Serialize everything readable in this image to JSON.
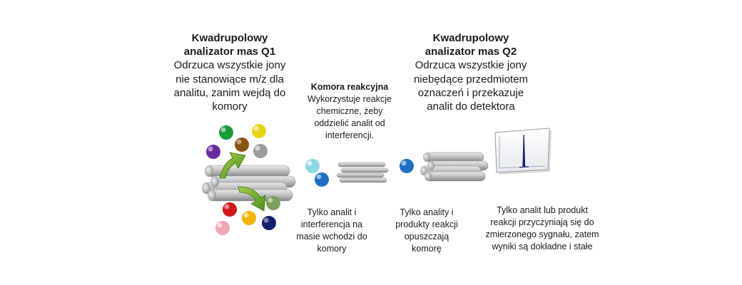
{
  "q1": {
    "title_line1": "Kwadrupolowy",
    "title_line2": "analizator mas Q1",
    "desc": [
      "Odrzuca wszystkie jony",
      "nie stanowiące m/z dla",
      "analitu, zanim wejdą do",
      "komory"
    ]
  },
  "cell": {
    "title": "Komora reakcyjna",
    "desc": [
      "Wykorzystuje reakcje",
      "chemiczne, żeby",
      "oddzielić analit od",
      "interferencji."
    ]
  },
  "q2": {
    "title_line1": "Kwadrupolowy",
    "title_line2": "analizator mas Q2",
    "desc": [
      "Odrzuca wszystkie jony",
      "niebędące przedmiotem",
      "oznaczeń i przekazuje",
      "analit do detektora"
    ]
  },
  "captions": {
    "c1": [
      "Tylko analit i",
      "interferencja na",
      "masie wchodzi do",
      "komory"
    ],
    "c2": [
      "Tylko anality i",
      "produkty reakcji",
      "opuszczają",
      "komorę"
    ],
    "c3": [
      "Tylko analit lub produkt",
      "reakcji przyczyniają się do",
      "zmierzonego sygnału, zatem",
      "wyniki są dokładne i stałe"
    ]
  },
  "colors": {
    "rod": "#b9b9b9",
    "arrow": "#7ab82e",
    "analyte": "#1e6fc4",
    "interference": "#8fd6e6",
    "peak": "#1a1f6b"
  }
}
